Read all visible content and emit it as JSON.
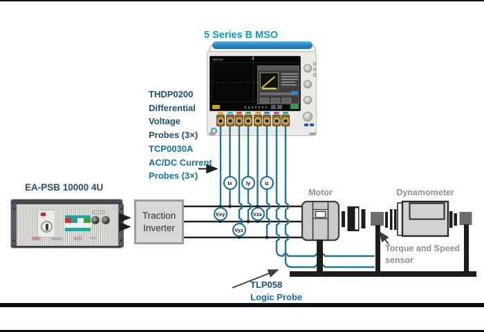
{
  "scope": {
    "title": "5 Series B MSO",
    "brand": "Tektronix",
    "channel_tab_colors": [
      "#d9b31f",
      "#35b6c9",
      "#d4493a",
      "#3f9e4d",
      "#df8f2d",
      "#3f72c8",
      "#b44fae",
      "#3fa05a"
    ]
  },
  "probes": {
    "voltage": {
      "label": "THDP0200\nDifferential\nVoltage\nProbes (3×)"
    },
    "current": {
      "label": "TCP0030A\nAC/DC Current\nProbes (3×)"
    },
    "logic": {
      "model": "TLP058",
      "name": "Logic Probe"
    }
  },
  "equipment": {
    "psu": "EA-PSB 10000 4U",
    "inverter": "Traction\nInverter",
    "motor": "Motor",
    "dynamometer": "Dynamometer",
    "torque_sensor": "Torque and Speed\nsensor"
  },
  "nodes": [
    {
      "label": "Ix"
    },
    {
      "label": "Iy"
    },
    {
      "label": "Iz"
    },
    {
      "label": "Vxy"
    },
    {
      "label": "Vyz"
    },
    {
      "label": "Vzx"
    }
  ],
  "colors": {
    "accent_teal": "#0a9ac9",
    "cable_teal": "#1e7694",
    "navy": "#1d4f6b",
    "blue": "#1470a1",
    "label_gray": "#8f8f8f",
    "line_black": "#1d1d1b"
  }
}
